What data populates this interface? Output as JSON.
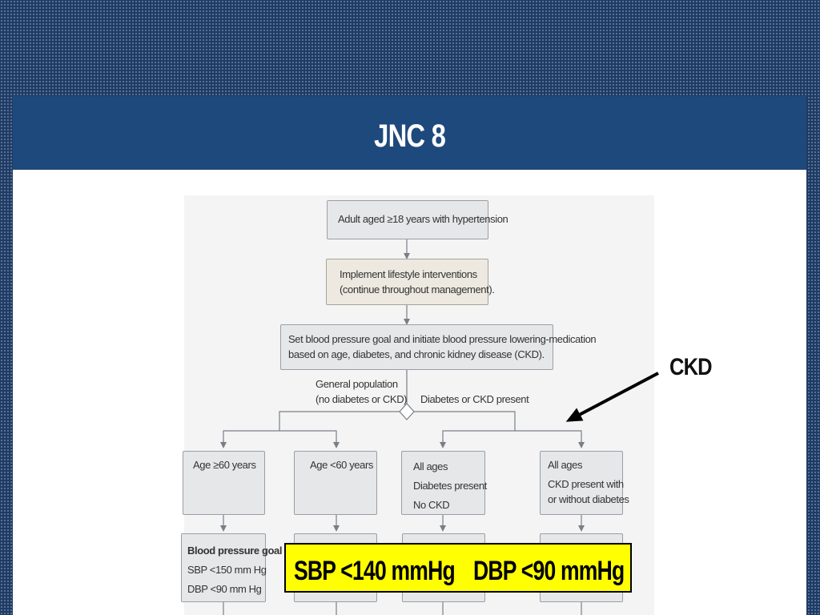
{
  "slide": {
    "title": "JNC 8",
    "annotation_label": "CKD"
  },
  "flowchart": {
    "start": "Adult aged ≥18 years with hypertension",
    "lifestyle": [
      "Implement lifestyle interventions",
      "(continue throughout management)."
    ],
    "goal_step": [
      "Set blood pressure goal and initiate blood pressure lowering-medication",
      "based on age, diabetes, and chronic kidney disease (CKD)."
    ],
    "branch_general": [
      "General population",
      "(no diabetes or CKD)"
    ],
    "branch_diabetes_ckd": "Diabetes or CKD present",
    "groups": {
      "age_60_plus": "Age ≥60 years",
      "age_under_60": "Age <60 years",
      "diabetes": [
        "All ages",
        "Diabetes present",
        "No CKD"
      ],
      "ckd": [
        "All ages",
        "CKD present with",
        "or without diabetes"
      ]
    },
    "goal_box": [
      "Blood pressure goal",
      "SBP <150 mm Hg",
      "DBP <90 mm Hg"
    ]
  },
  "highlight": {
    "sbp": "SBP <140 mmHg",
    "dbp": "DBP <90 mmHg",
    "color": "#ffff00"
  },
  "colors": {
    "title_bar": "#1e497c",
    "background": "#1f3b63",
    "node_fill": "#e6e7e9",
    "lifestyle_fill": "#ede8e0"
  }
}
